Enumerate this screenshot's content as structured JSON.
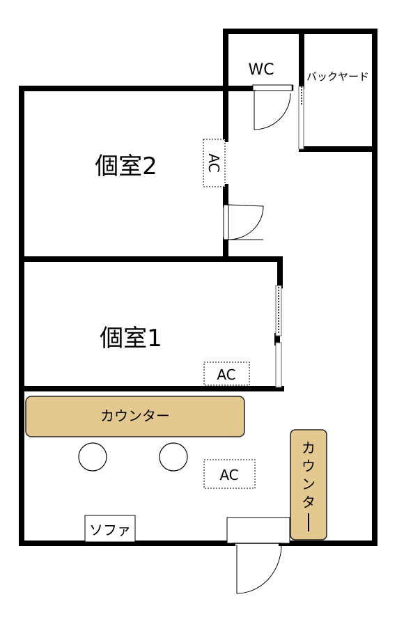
{
  "rooms": {
    "room2_label": "個室2",
    "room1_label": "個室1",
    "wc_label": "WC",
    "backyard_label": "バックヤード"
  },
  "fixtures": {
    "ac_label": "AC",
    "counter_label": "カウンター",
    "sofa_label": "ソファ"
  },
  "colors": {
    "wall": "#000000",
    "counter_fill": "#e3c98f",
    "counter_stroke": "#222222",
    "background": "#ffffff"
  }
}
